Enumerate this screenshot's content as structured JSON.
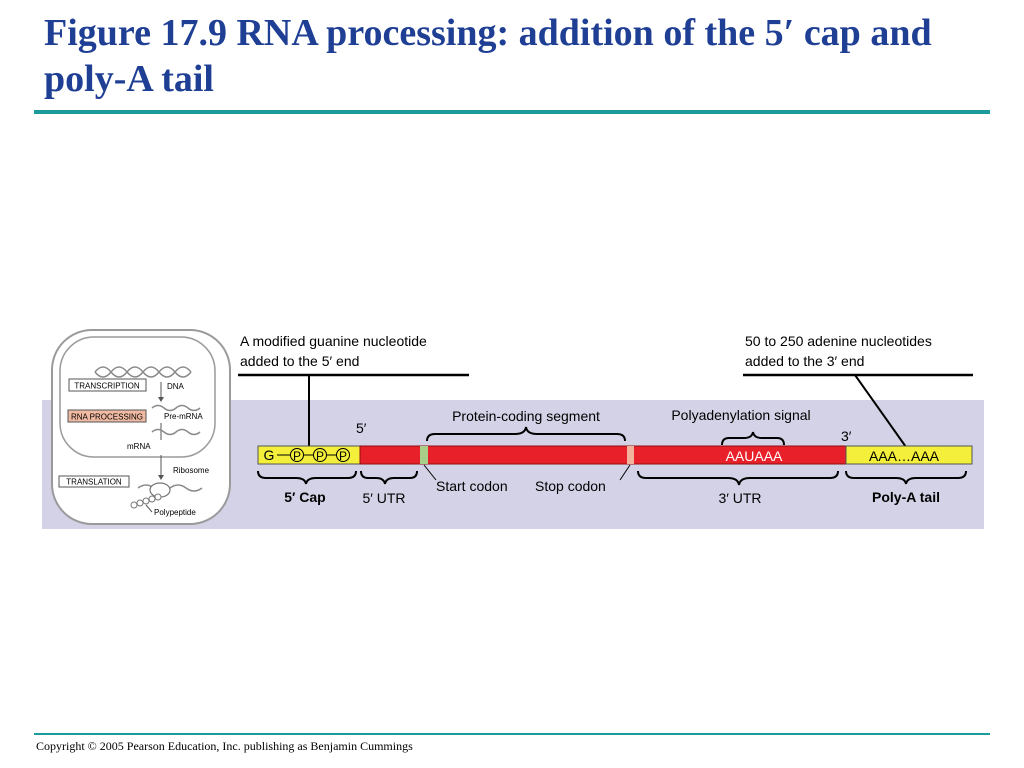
{
  "title": "Figure 17.9 RNA processing: addition of the 5′ cap and poly-A tail",
  "footer": "Copyright © 2005 Pearson Education, Inc. publishing as Benjamin Cummings",
  "colors": {
    "title": "#1f3f95",
    "rule": "#1d9a9a",
    "panel": "#d4d2e7",
    "mrna_body": "#e8202a",
    "cap_tail": "#f3ef3a",
    "start_codon": "#a8cf8a",
    "stop_codon": "#f2b39e"
  },
  "overview": {
    "transcription": "TRANSCRIPTION",
    "dna": "DNA",
    "rna_processing": "RNA PROCESSING",
    "pre_mrna": "Pre-mRNA",
    "mrna": "mRNA",
    "translation": "TRANSLATION",
    "ribosome": "Ribosome",
    "polypeptide": "Polypeptide"
  },
  "callouts": {
    "guanine_line1": "A modified guanine nucleotide",
    "guanine_line2": "added to the 5′ end",
    "adenine_line1": "50 to 250 adenine nucleotides",
    "adenine_line2": "added to the 3′ end"
  },
  "strand": {
    "five_prime": "5′",
    "three_prime": "3′",
    "g": "G",
    "p": "P",
    "aauaaa": "AAUAAA",
    "poly_a_seq": "AAA…AAA"
  },
  "labels": {
    "protein_coding": "Protein-coding segment",
    "polyadenylation": "Polyadenylation signal",
    "start_codon": "Start codon",
    "stop_codon": "Stop codon",
    "cap": "5′ Cap",
    "utr5": "5′ UTR",
    "utr3": "3′ UTR",
    "poly_a_tail": "Poly-A tail"
  }
}
